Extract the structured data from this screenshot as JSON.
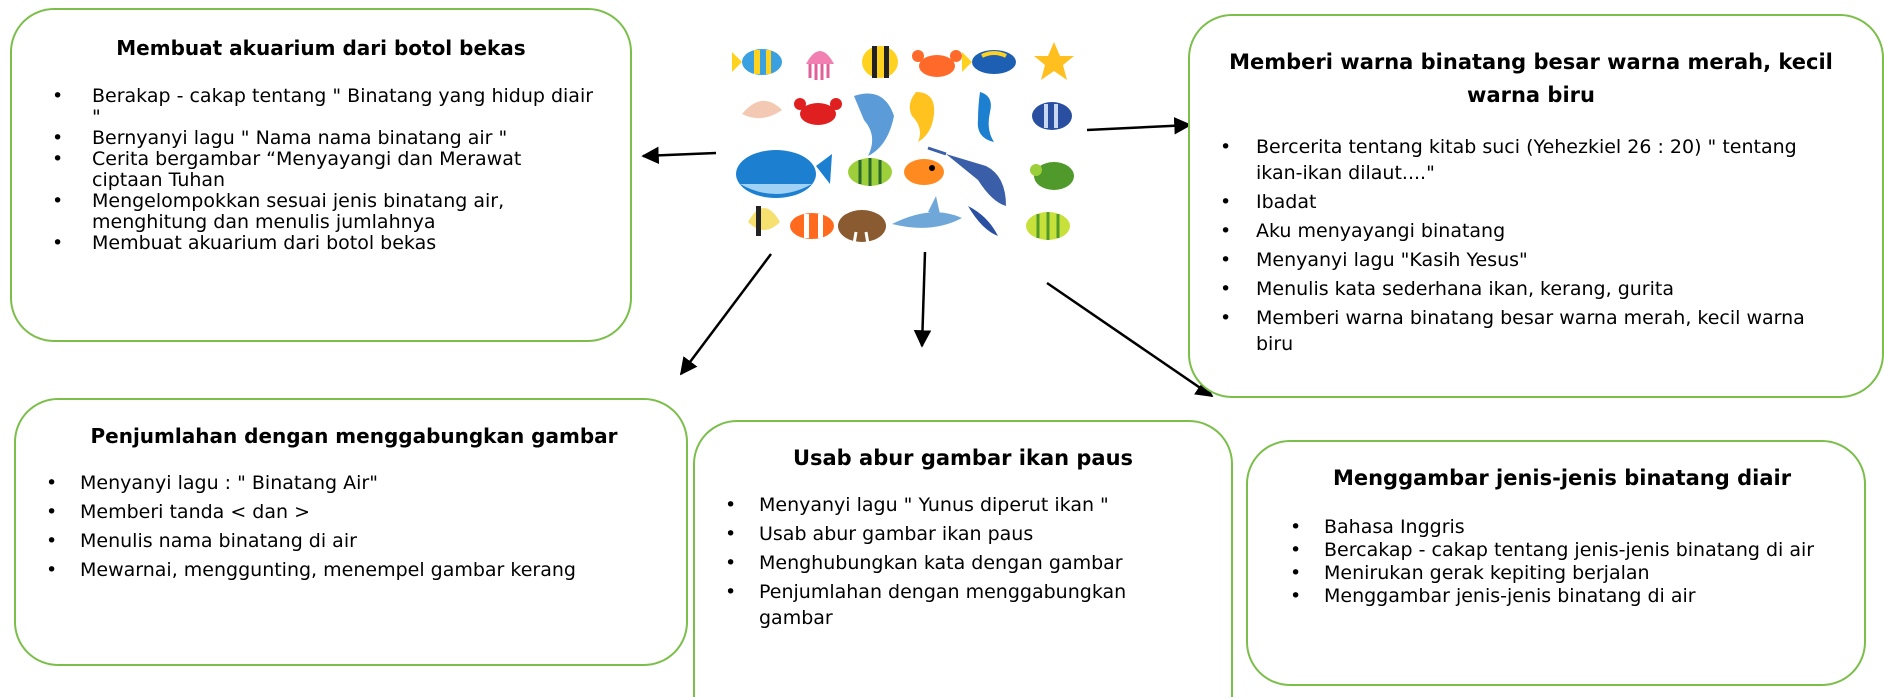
{
  "box1": {
    "title": "Membuat akuarium dari botol bekas",
    "items": [
      "Berakap - cakap tentang \" Binatang yang hidup diair \"",
      "Bernyanyi lagu \" Nama nama binatang air \"",
      "Cerita bergambar “Menyayangi dan Merawat ciptaan Tuhan",
      "Mengelompokkan sesuai jenis binatang air, menghitung dan menulis jumlahnya",
      "Membuat akuarium dari botol bekas"
    ]
  },
  "box2": {
    "title": "Memberi warna binatang besar warna merah, kecil warna biru",
    "items": [
      "Bercerita tentang kitab suci (Yehezkiel 26 : 20) \" tentang ikan-ikan dilaut....\"",
      "Ibadat",
      "Aku menyayangi binatang",
      "Menyanyi lagu \"Kasih Yesus\"",
      "Menulis kata sederhana ikan, kerang, gurita",
      "Memberi warna binatang besar warna merah, kecil warna biru"
    ]
  },
  "box3": {
    "title": "Penjumlahan dengan menggabungkan gambar",
    "items": [
      "Menyanyi lagu : \" Binatang Air\"",
      "Memberi tanda < dan >",
      "Menulis nama binatang  di air",
      "Mewarnai, menggunting, menempel gambar kerang"
    ]
  },
  "box4": {
    "title": "Usab abur gambar ikan paus",
    "items": [
      "Menyanyi lagu \" Yunus diperut ikan \"",
      "Usab abur gambar ikan paus",
      "Menghubungkan kata dengan gambar",
      "Penjumlahan dengan menggabungkan gambar"
    ]
  },
  "box5": {
    "title": "Menggambar jenis-jenis binatang diair",
    "items": [
      "Bahasa Inggris",
      "Bercakap - cakap tentang jenis-jenis binatang di air",
      "Menirukan gerak kepiting berjalan",
      "Menggambar jenis-jenis binatang di air"
    ]
  },
  "colors": {
    "border": "#7bbf4a",
    "arrow": "#000000"
  }
}
